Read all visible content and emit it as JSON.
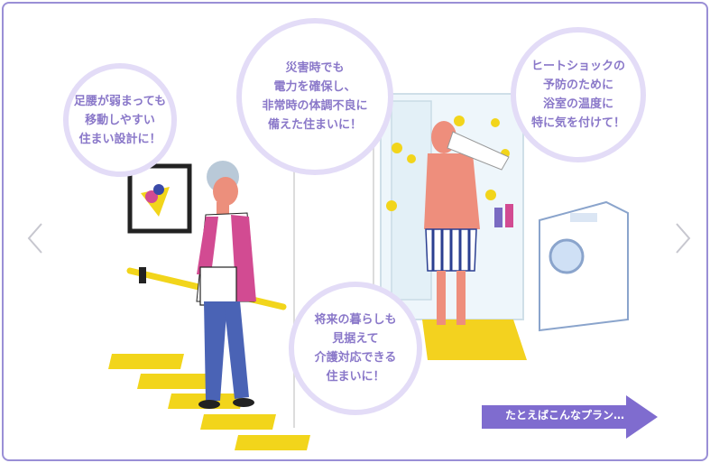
{
  "bubbles": [
    {
      "id": "mobility",
      "text": "足腰が弱まっても\n移動しやすい\n住まい設計に！"
    },
    {
      "id": "disaster",
      "text": "災害時でも\n電力を確保し、\n非常時の体調不良に\n備えた住まいに！"
    },
    {
      "id": "heatshock",
      "text": "ヒートショックの\n予防のために\n浴室の温度に\n特に気を付けて！"
    },
    {
      "id": "future",
      "text": "将来の暮らしも\n見据えて\n介護対応できる\n住まいに！"
    }
  ],
  "cta": {
    "label": "たとえばこんなプラン…"
  },
  "nav": {
    "prev": "chevron-left-icon",
    "next": "chevron-right-icon"
  },
  "colors": {
    "frame": "#9a8fd6",
    "bubble_border": "#e3dcf7",
    "bubble_text": "#8a78c9",
    "cta": "#7f6ccf",
    "stairs": "#f2d51b",
    "bath_mat": "#f3d21f"
  }
}
